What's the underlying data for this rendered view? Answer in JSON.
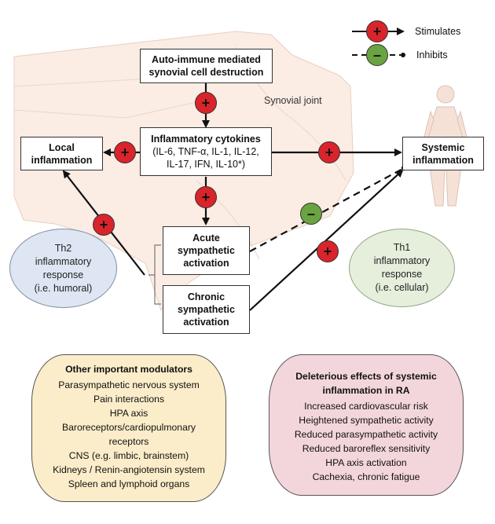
{
  "legend": {
    "stimulates": "Stimulates",
    "inhibits": "Inhibits"
  },
  "background_label": "Synovial joint",
  "boxes": {
    "autoimmune": {
      "line1": "Auto-immune mediated",
      "line2": "synovial cell destruction"
    },
    "cytokines": {
      "title": "Inflammatory cytokines",
      "line1": "(IL-6, TNF-α, IL-1, IL-12,",
      "line2": "IL-17, IFN, IL-10*)"
    },
    "local": {
      "line1": "Local",
      "line2": "inflammation"
    },
    "systemic": {
      "line1": "Systemic",
      "line2": "inflammation"
    },
    "acute": {
      "line1": "Acute",
      "line2": "sympathetic",
      "line3": "activation"
    },
    "chronic": {
      "line1": "Chronic",
      "line2": "sympathetic",
      "line3": "activation"
    }
  },
  "ellipses": {
    "th2": {
      "lines": [
        "Th2",
        "inflammatory",
        "response",
        "(i.e. humoral)"
      ]
    },
    "th1": {
      "lines": [
        "Th1",
        "inflammatory",
        "response",
        "(i.e. cellular)"
      ]
    }
  },
  "modulators": {
    "title": "Other important modulators",
    "items": [
      "Parasympathetic nervous system",
      "Pain interactions",
      "HPA axis",
      "Baroreceptors/cardiopulmonary",
      "receptors",
      "CNS (e.g. limbic, brainstem)",
      "Kidneys / Renin-angiotensin system",
      "Spleen and lymphoid organs"
    ]
  },
  "deleterious": {
    "title_line1": "Deleterious effects of systemic",
    "title_line2": "inflammation in RA",
    "items": [
      "Increased cardiovascular risk",
      "Heightened sympathetic activity",
      "Reduced parasympathetic activity",
      "Reduced baroreflex sensitivity",
      "HPA axis activation",
      "Cachexia, chronic fatigue"
    ]
  },
  "signs": {
    "plus": "+",
    "minus": "–"
  },
  "colors": {
    "stimulate": "#d9242b",
    "inhibit": "#6aa341",
    "joint": "#fbece4",
    "th2_fill": "#dde6f2",
    "th1_fill": "#e5efdc",
    "modulators_fill": "#fbedc9",
    "deleterious_fill": "#f3d6db"
  }
}
